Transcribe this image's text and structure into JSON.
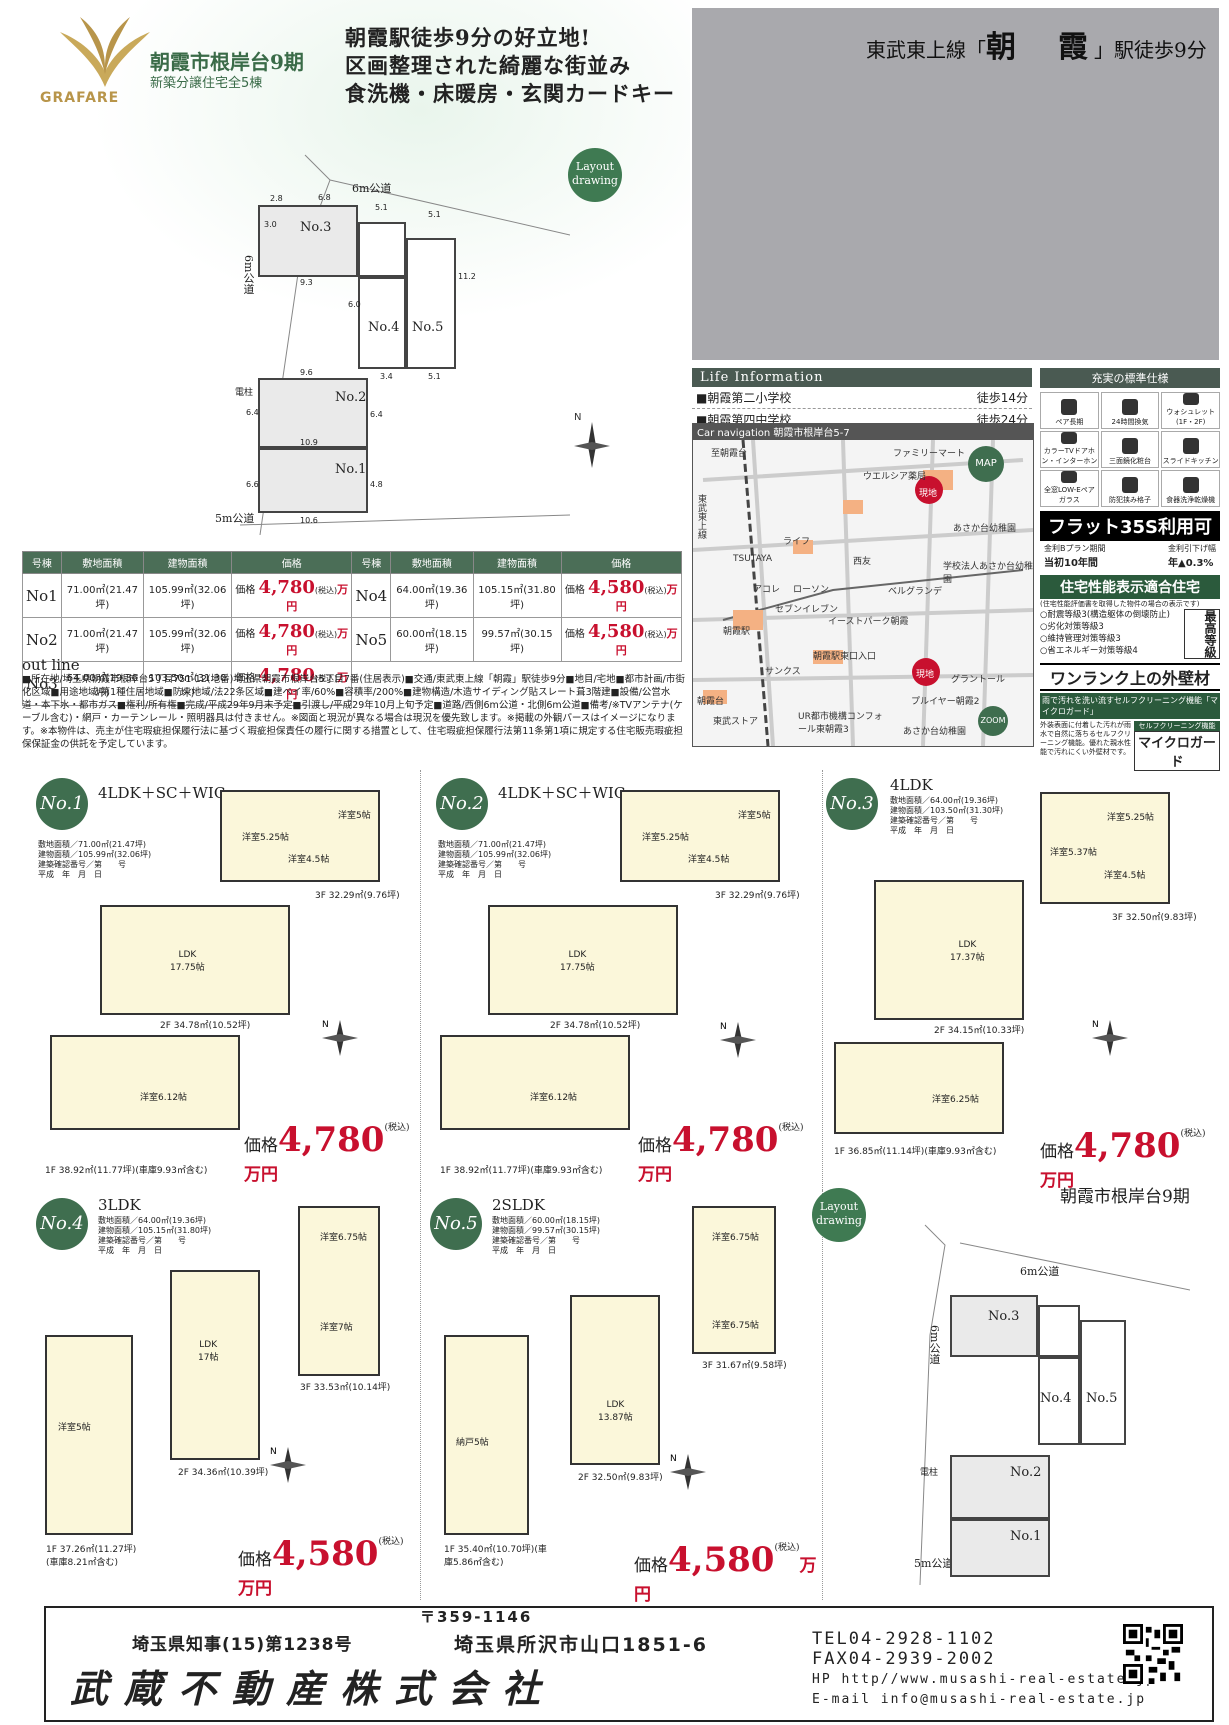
{
  "header": {
    "logo_text": "GRAFARE",
    "title": "朝霞市根岸台9期",
    "subtitle": "新築分譲住宅全5棟",
    "slogans": [
      "朝霞駅徒歩9分の好立地!",
      "区画整理された綺麗な街並み",
      "食洗機・床暖房・玄関カードキー"
    ],
    "layout_badge": "Layout\ndrawing"
  },
  "station": {
    "line": "東武東上線「",
    "name": "朝　霞",
    "suffix": "」駅徒歩9分"
  },
  "site_plan": {
    "road_north": "6m公道",
    "road_west": "6m公道",
    "road_south": "5m公道",
    "pole": "電柱",
    "lots": [
      "No.3",
      "No.4",
      "No.5",
      "No.2",
      "No.1"
    ],
    "dims": [
      "6.8",
      "5.1",
      "5.1",
      "9.3",
      "9.6",
      "11.2",
      "6.0",
      "3.4",
      "5.1",
      "6.4",
      "10.9",
      "6.4",
      "6.6",
      "10.6",
      "4.8",
      "3.0",
      "2.8"
    ]
  },
  "life_info": {
    "title": "Life Information",
    "rows": [
      {
        "label": "■朝霞第二小学校",
        "value": "徒歩14分"
      },
      {
        "label": "■朝霞第四中学校",
        "value": "徒歩24分"
      }
    ]
  },
  "map": {
    "header": "Car navigation 朝霞市根岸台5-7",
    "badge": "MAP",
    "zoom": "ZOOM",
    "labels": [
      "至朝霞台",
      "ファミリーマート",
      "ウエルシア薬局",
      "現地",
      "あさか台幼稚園",
      "ライフ",
      "TSUTAYA",
      "西友",
      "学校法人あさか台幼稚園",
      "アコレ",
      "ローソン",
      "セブンイレブン",
      "ベルグランデ",
      "イーストパーク朝霞",
      "朝霞駅",
      "朝霞駅東口入口",
      "サンクス",
      "現地",
      "グラントール",
      "プルイヤー朝霞2",
      "東武ストア",
      "UR都市機構コンフォール東朝霞3",
      "あさか台幼稚園",
      "東武東上線",
      "朝霞台"
    ]
  },
  "specs": {
    "title": "充実の標準仕様",
    "items": [
      "ペア長期",
      "24時間換気",
      "ウォシュレット(1F・2F)",
      "カラーTVドアホン・インターホン",
      "三面鏡化粧台",
      "スライドキッチン",
      "全窓LOW-Eペアガラス",
      "防犯挟み格子",
      "食器洗浄乾燥機"
    ],
    "flat": "フラット35S利用可",
    "flat_note_left": "金利Bプラン期間",
    "flat_left": "当初10年間",
    "flat_note_right": "金利引下げ幅",
    "flat_right": "年▲0.3%",
    "perf_title": "住宅性能表示適合住宅",
    "perf_note": "(住宅性能評価書を取得した物件の場合の表示です)",
    "perf_items": [
      "○耐震等級3(構造躯体の倒壊防止)",
      "○劣化対策等級3",
      "○維持管理対策等級3",
      "○省エネルギー対策等級4"
    ],
    "perf_badge": "最高等級",
    "exterior_title": "ワンランク上の外壁材",
    "exterior_band": "雨で汚れを洗い流すセルフクリーニング機能「マイクロガード」",
    "exterior_body": "外装表面に付着した汚れが雨水で自然に落ちるセルフクリーニング機能。優れた親水性能で汚れにくい外壁材です。",
    "exterior_brand": "マイクロガード",
    "exterior_sub": "セルフクリーニング機能"
  },
  "price_table": {
    "headers": [
      "号棟",
      "敷地面積",
      "建物面積",
      "価格",
      "号棟",
      "敷地面積",
      "建物面積",
      "価格"
    ],
    "left": [
      {
        "no": "No1",
        "land": "71.00㎡(21.47坪)",
        "bldg": "105.99㎡(32.06坪)",
        "price": "4,780"
      },
      {
        "no": "No2",
        "land": "71.00㎡(21.47坪)",
        "bldg": "105.99㎡(32.06坪)",
        "price": "4,780"
      },
      {
        "no": "No3",
        "land": "64.00㎡(19.36坪)",
        "bldg": "103.50㎡(31.30坪)",
        "price": "4,780"
      }
    ],
    "right": [
      {
        "no": "No4",
        "land": "64.00㎡(19.36坪)",
        "bldg": "105.15㎡(31.80坪)",
        "price": "4,580"
      },
      {
        "no": "No5",
        "land": "60.00㎡(18.15坪)",
        "bldg": "99.57㎡(30.15坪)",
        "price": "4,580"
      }
    ],
    "price_prefix": "価格",
    "unit": "万円",
    "tax": "(税込)"
  },
  "outline": {
    "title": "out line",
    "text": "■所在地/埼玉県朝霞市根岸台5丁目751-12(地番)埼玉県朝霞市根岸台5丁目7番(住居表示)■交通/東武東上線「朝霞」駅徒歩9分■地目/宅地■都市計画/市街化区域■用途地域/第1種住居地域■防火地域/法22条区域■建ペイ率/60%■容積率/200%■建物構造/木造サイディング貼スレート葺3階建■設備/公営水道・本下水・都市ガス■権利/所有権■完成/平成29年9月末予定■引渡し/平成29年10月上旬予定■道路/西側6m公道・北側6m公道■備考/※TVアンテナ(ケーブル含む)・網戸・カーテンレール・照明器具は付きません。※図面と現況が異なる場合は現況を優先致します。※掲載の外観パースはイメージになります。※本物件は、売主が住宅瑕疵担保履行法に基づく瑕疵担保責任の履行に関する措置として、住宅瑕疵担保履行法第11条第1項に規定する住宅販売瑕疵担保保証金の供託を予定しています。"
  },
  "plans": [
    {
      "no": "No.1",
      "type": "4LDK＋SC＋WIC",
      "info": [
        "敷地面積／71.00㎡(21.47坪)",
        "建物面積／105.99㎡(32.06坪)",
        "建築確認番号／第　　号",
        "平成　年　月　日"
      ],
      "f3": "3F 32.29㎡(9.76坪)",
      "f2": "2F 34.78㎡(10.52坪)",
      "f1": "1F 38.92㎡(11.77坪)(車庫9.93㎡含む)",
      "ldk": "LDK\n17.75帖",
      "rooms3": [
        "洋室5.25帖",
        "洋室4.5帖",
        "洋室5帖"
      ],
      "room1": "洋室6.12帖",
      "price": "4,780"
    },
    {
      "no": "No.2",
      "type": "4LDK＋SC＋WIC",
      "info": [
        "敷地面積／71.00㎡(21.47坪)",
        "建物面積／105.99㎡(32.06坪)",
        "建築確認番号／第　　号",
        "平成　年　月　日"
      ],
      "f3": "3F 32.29㎡(9.76坪)",
      "f2": "2F 34.78㎡(10.52坪)",
      "f1": "1F 38.92㎡(11.77坪)(車庫9.93㎡含む)",
      "ldk": "LDK\n17.75帖",
      "rooms3": [
        "洋室5.25帖",
        "洋室4.5帖",
        "洋室5帖"
      ],
      "room1": "洋室6.12帖",
      "price": "4,780"
    },
    {
      "no": "No.3",
      "type": "4LDK",
      "info": [
        "敷地面積／64.00㎡(19.36坪)",
        "建物面積／103.50㎡(31.30坪)",
        "建築確認番号／第　　号",
        "平成　年　月　日"
      ],
      "f3": "3F 32.50㎡(9.83坪)",
      "f2": "2F 34.15㎡(10.33坪)",
      "f1": "1F 36.85㎡(11.14坪)(車庫9.93㎡含む)",
      "ldk": "LDK\n17.37帖",
      "rooms3": [
        "洋室5.37帖",
        "洋室4.5帖",
        "洋室5.25帖"
      ],
      "room1": "洋室6.25帖",
      "price": "4,780"
    },
    {
      "no": "No.4",
      "type": "3LDK",
      "info": [
        "敷地面積／64.00㎡(19.36坪)",
        "建物面積／105.15㎡(31.80坪)",
        "建築確認番号／第　　号",
        "平成　年　月　日"
      ],
      "f3": "3F 33.53㎡(10.14坪)",
      "f2": "2F 34.36㎡(10.39坪)",
      "f1": "1F 37.26㎡(11.27坪)(車庫8.21㎡含む)",
      "ldk": "LDK\n17帖",
      "rooms3": [
        "洋室6.75帖",
        "洋室7帖"
      ],
      "room1": "洋室5帖",
      "price": "4,580"
    },
    {
      "no": "No.5",
      "type": "2SLDK",
      "info": [
        "敷地面積／60.00㎡(18.15坪)",
        "建物面積／99.57㎡(30.15坪)",
        "建築確認番号／第　　号",
        "平成　年　月　日"
      ],
      "f3": "3F 31.67㎡(9.58坪)",
      "f2": "2F 32.50㎡(9.83坪)",
      "f1": "1F 35.40㎡(10.70坪)(車庫5.86㎡含む)",
      "ldk": "LDK\n13.87帖",
      "rooms3": [
        "洋室6.75帖",
        "洋室6.75帖"
      ],
      "room1": "納戸5帖",
      "price": "4,580"
    }
  ],
  "right_title": "朝霞市根岸台9期",
  "footer": {
    "zip": "〒359-1146",
    "license": "埼玉県知事(15)第1238号",
    "address": "埼玉県所沢市山口1851-6",
    "company": "武蔵不動産株式会社",
    "tel": "TEL04-2928-1102",
    "fax": "FAX04-2939-2002",
    "hp": "HP http//www.musashi-real-estate.jp/",
    "mail": "E-mail info@musashi-real-estate.jp"
  },
  "colors": {
    "accent": "#3f6e4f",
    "price": "#c8102e",
    "photo": "#a9a9ad"
  }
}
